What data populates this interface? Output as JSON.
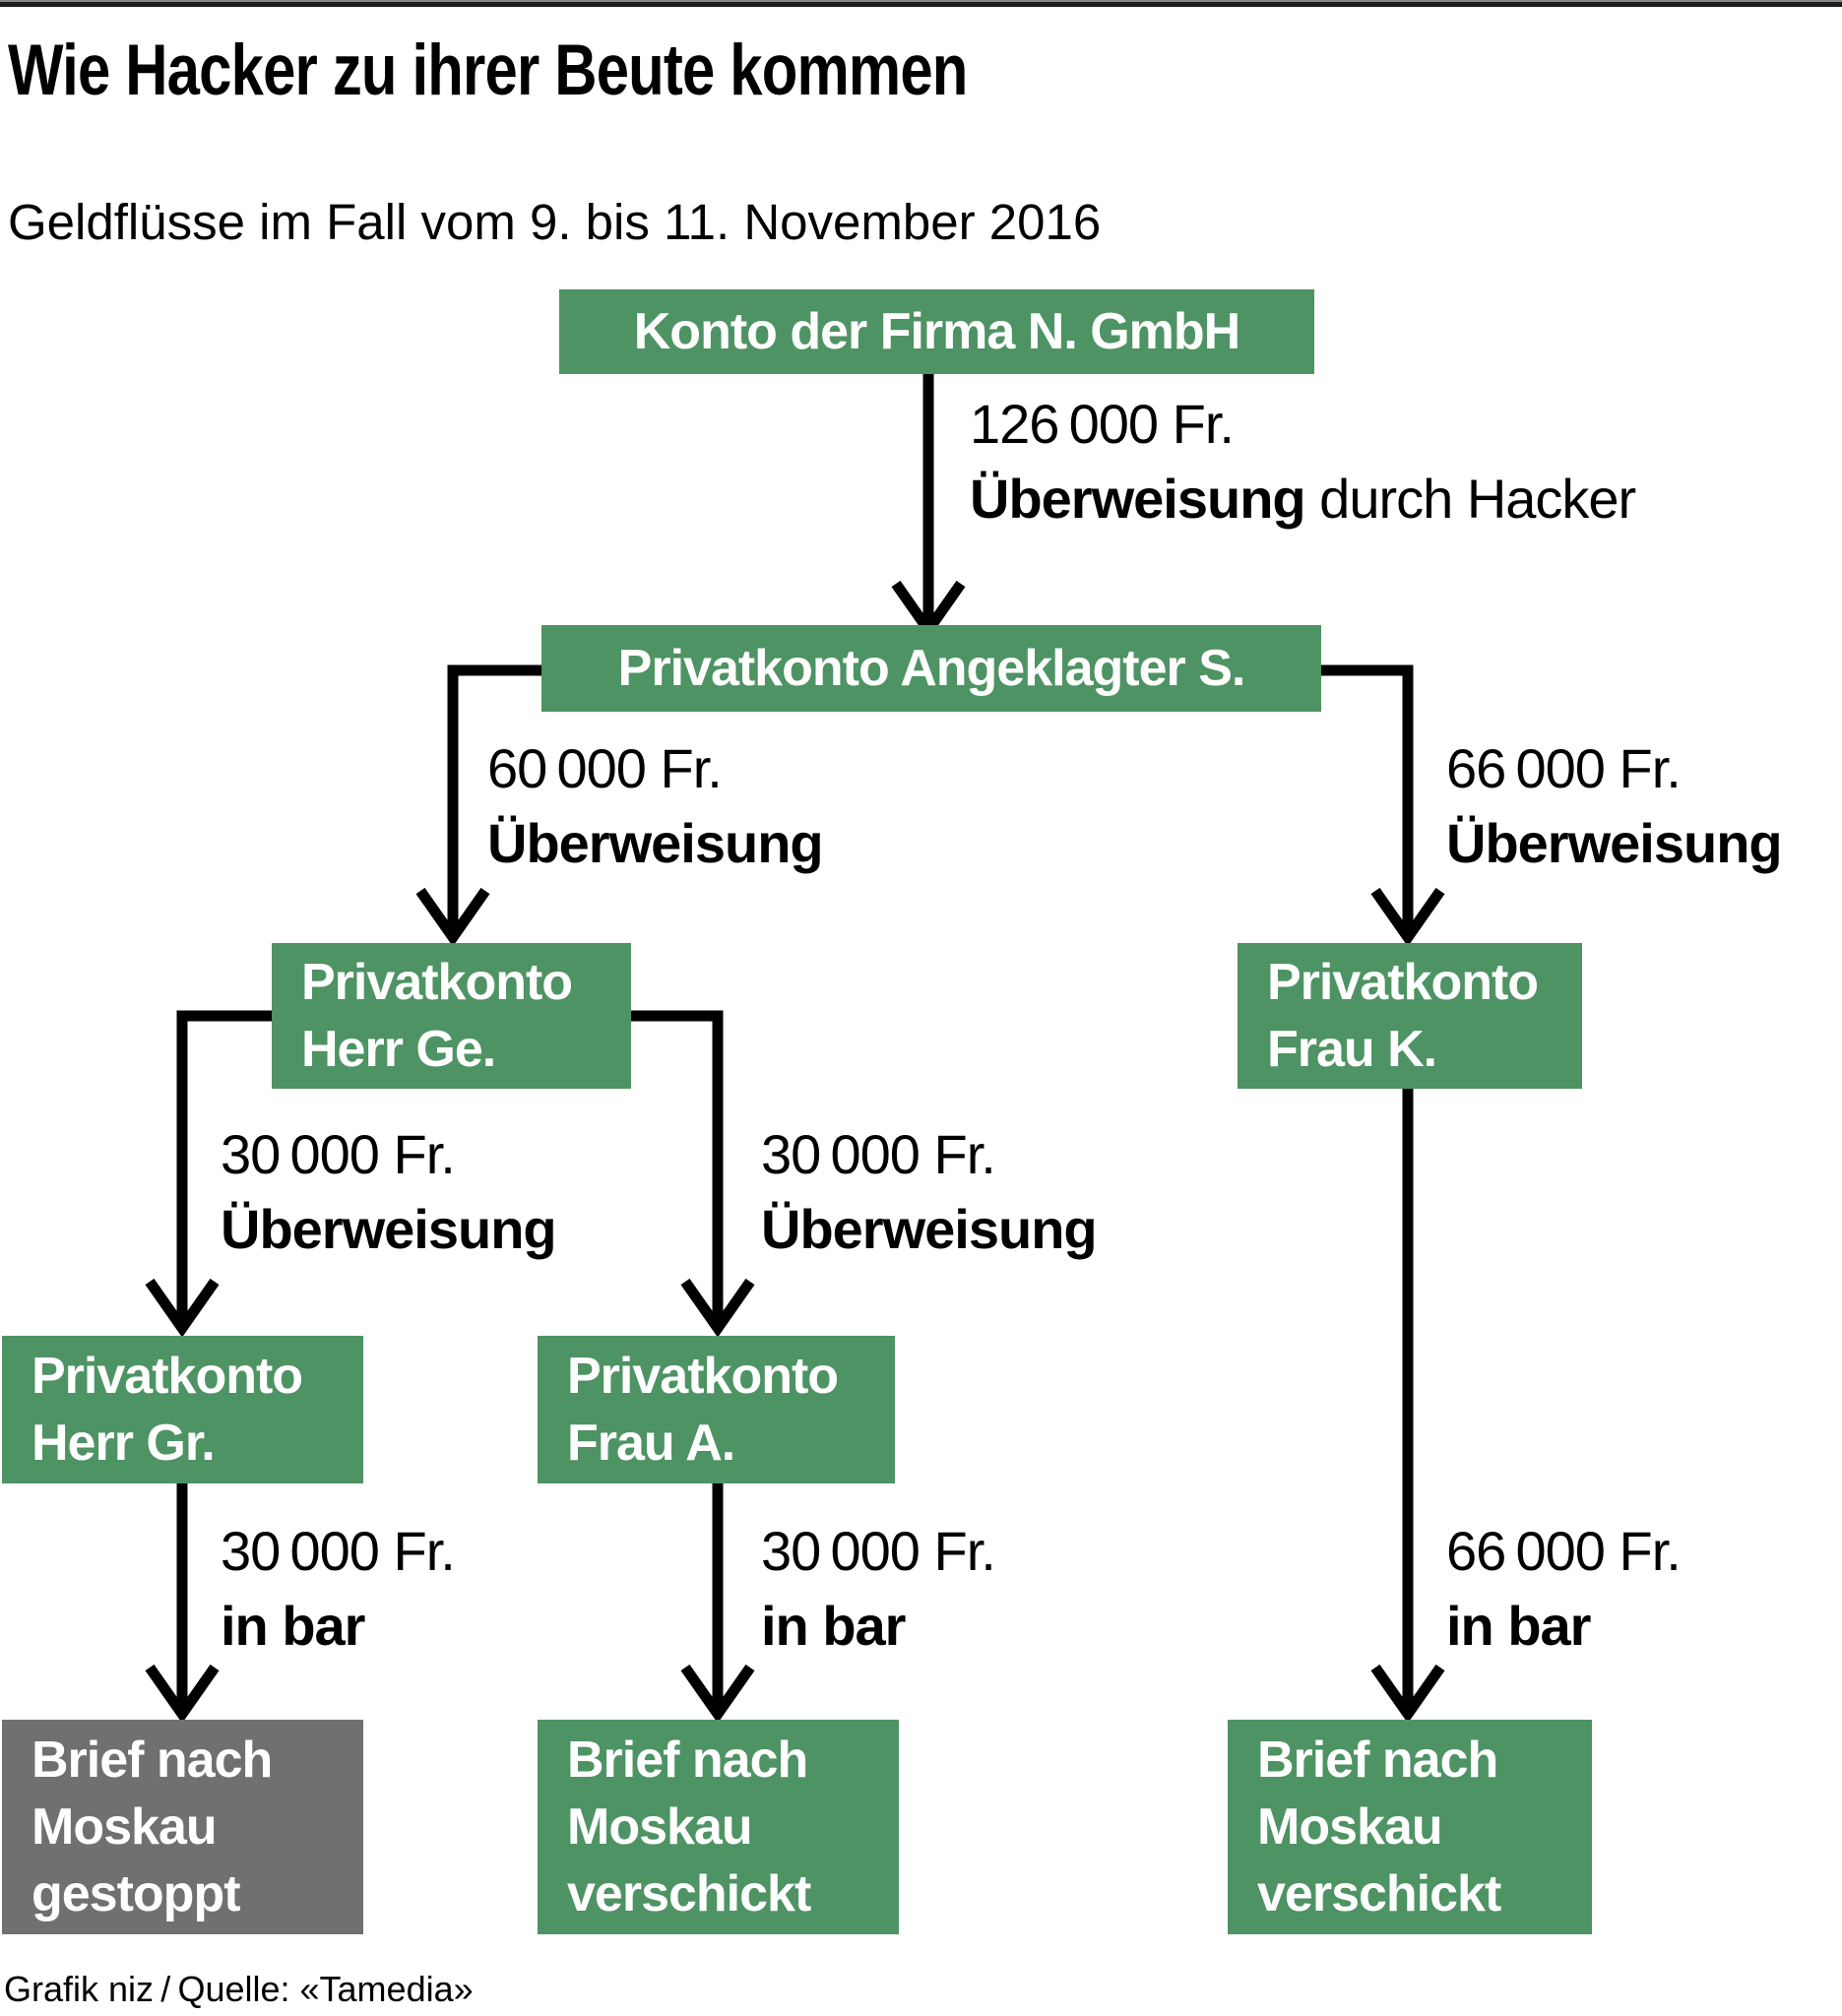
{
  "header": {
    "title": "Wie Hacker zu ihrer Beute kommen",
    "subtitle": "Geldflüsse im Fall vom 9. bis 11. November 2016"
  },
  "nodes": {
    "firma": {
      "label": "Konto der Firma N. GmbH",
      "type": "account"
    },
    "angeklagter": {
      "label": "Privatkonto Angeklagter S.",
      "type": "account"
    },
    "herr_ge": {
      "label": "Privatkonto\nHerr Ge.",
      "type": "account"
    },
    "frau_k": {
      "label": "Privatkonto\nFrau K.",
      "type": "account"
    },
    "herr_gr": {
      "label": "Privatkonto\nHerr Gr.",
      "type": "account"
    },
    "frau_a": {
      "label": "Privatkonto\nFrau A.",
      "type": "account"
    },
    "brief_gestoppt": {
      "label": "Brief nach\nMoskau\ngestoppt",
      "type": "outcome-stopped"
    },
    "brief_verschickt_1": {
      "label": "Brief nach\nMoskau\nverschickt",
      "type": "outcome-sent"
    },
    "brief_verschickt_2": {
      "label": "Brief nach\nMoskau\nverschickt",
      "type": "outcome-sent"
    }
  },
  "edges": {
    "hacker_transfer": {
      "from": "firma",
      "to": "angeklagter",
      "amount": "126 000 Fr.",
      "method": "Überweisung",
      "method_suffix": " durch Hacker"
    },
    "to_herr_ge": {
      "from": "angeklagter",
      "to": "herr_ge",
      "amount": "60 000 Fr.",
      "method": "Überweisung",
      "method_suffix": ""
    },
    "to_frau_k": {
      "from": "angeklagter",
      "to": "frau_k",
      "amount": "66 000 Fr.",
      "method": "Überweisung",
      "method_suffix": ""
    },
    "to_herr_gr": {
      "from": "herr_ge",
      "to": "herr_gr",
      "amount": "30 000 Fr.",
      "method": "Überweisung",
      "method_suffix": ""
    },
    "to_frau_a": {
      "from": "herr_ge",
      "to": "frau_a",
      "amount": "30 000 Fr.",
      "method": "Überweisung",
      "method_suffix": ""
    },
    "gr_cash": {
      "from": "herr_gr",
      "to": "brief_gestoppt",
      "amount": "30 000 Fr.",
      "method": "in bar",
      "method_suffix": ""
    },
    "a_cash": {
      "from": "frau_a",
      "to": "brief_verschickt_1",
      "amount": "30 000 Fr.",
      "method": "in bar",
      "method_suffix": ""
    },
    "k_cash": {
      "from": "frau_k",
      "to": "brief_verschickt_2",
      "amount": "66 000 Fr.",
      "method": "in bar",
      "method_suffix": ""
    }
  },
  "footer": {
    "credit": "Grafik niz / Quelle: «Tamedia»"
  },
  "colors": {
    "green": "#4e9363",
    "gray": "#6e7071",
    "line": "#000000"
  }
}
